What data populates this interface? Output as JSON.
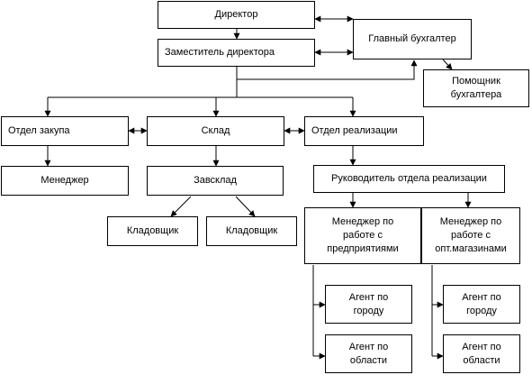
{
  "org_chart": {
    "nodes": {
      "director": "Директор",
      "deputy_director": "Заместитель директора",
      "chief_accountant": "Главный бухгалтер",
      "accountant_assistant": "Помощник\nбухгалтера",
      "purchase_dept": "Отдел закупа",
      "warehouse": "Склад",
      "sales_dept": "Отдел реализации",
      "manager": "Менеджер",
      "warehouse_head": "Завсклад",
      "storekeeper_1": "Кладовщик",
      "storekeeper_2": "Кладовщик",
      "sales_head": "Руководитель отдела реализации",
      "manager_enterprises": "Менеджер по\nработе с\nпредприятиями",
      "manager_wholesale": "Менеджер по\nработе с\nопт.магазинами",
      "agent_city_1": "Агент по\nгороду",
      "agent_region_1": "Агент по\nобласти",
      "agent_city_2": "Агент по\nгороду",
      "agent_region_2": "Агент по\nобласти"
    }
  }
}
